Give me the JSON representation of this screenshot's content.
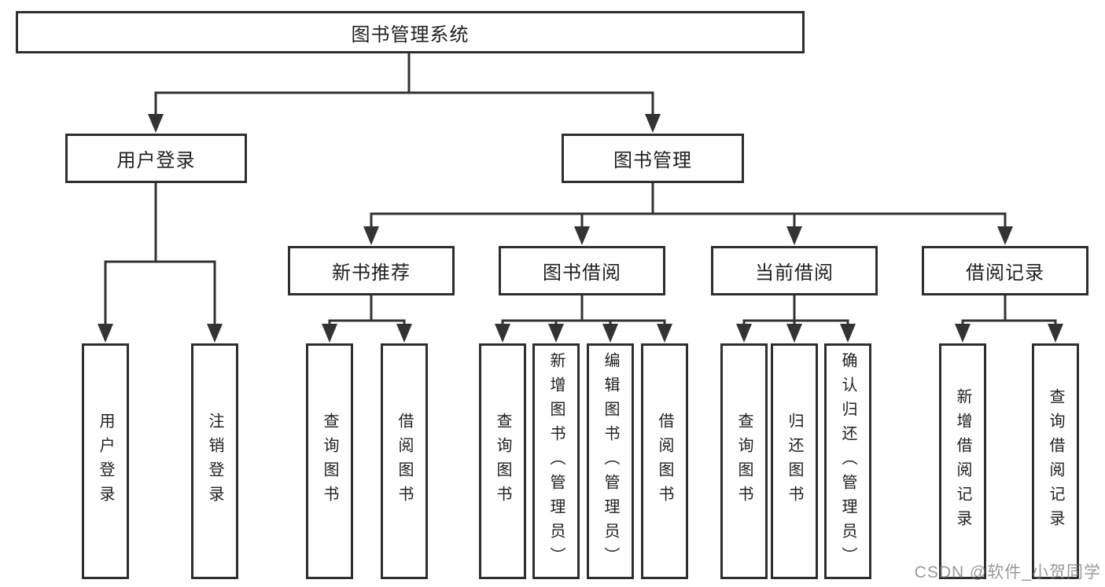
{
  "tree": {
    "root": {
      "label": "图书管理系统"
    },
    "level2": [
      {
        "label": "用户登录"
      },
      {
        "label": "图书管理"
      }
    ],
    "level3": [
      {
        "label": "新书推荐"
      },
      {
        "label": "图书借阅"
      },
      {
        "label": "当前借阅"
      },
      {
        "label": "借阅记录"
      }
    ],
    "leaves": {
      "user_login": [
        {
          "label": "用户登录"
        },
        {
          "label": "注销登录"
        }
      ],
      "new_book": [
        {
          "label": "查询图书"
        },
        {
          "label": "借阅图书"
        }
      ],
      "book_borrow": [
        {
          "label": "查询图书"
        },
        {
          "label": "新增图书（管理员）"
        },
        {
          "label": "编辑图书（管理员）"
        },
        {
          "label": "借阅图书"
        }
      ],
      "current_borrow": [
        {
          "label": "查询图书"
        },
        {
          "label": "归还图书"
        },
        {
          "label": "确认归还（管理员）"
        }
      ],
      "borrow_records": [
        {
          "label": "新增借阅记录"
        },
        {
          "label": "查询借阅记录"
        }
      ]
    }
  },
  "watermark": "CSDN @软件_小贺同学",
  "colors": {
    "line": "#333333",
    "text": "#1f1f1f",
    "watermark": "#9c9c9c",
    "background": "#ffffff"
  }
}
